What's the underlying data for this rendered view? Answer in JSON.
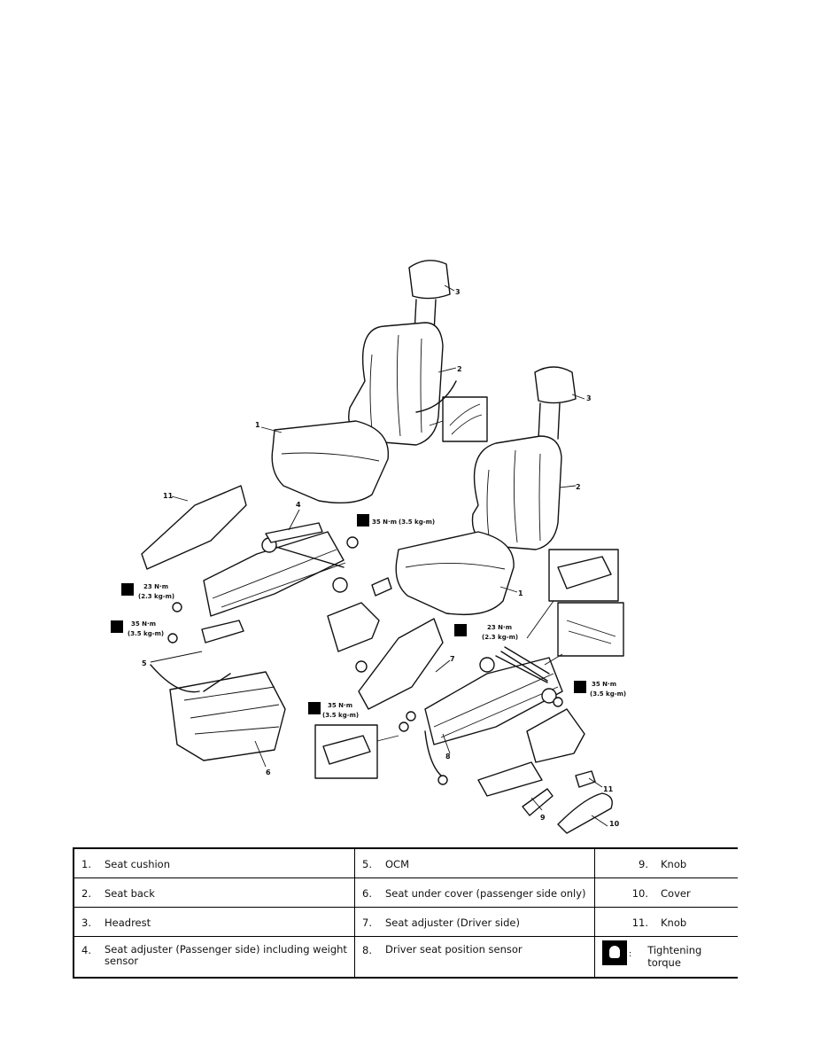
{
  "diagram": {
    "callouts": [
      "1",
      "2",
      "3",
      "4",
      "5",
      "6",
      "7",
      "8",
      "9",
      "10",
      "11"
    ],
    "torques": {
      "t1": {
        "nm": "35 N·m",
        "kg": "(3.5 kg-m)"
      },
      "t2": {
        "nm": "23 N·m",
        "kg": "(2.3 kg-m)"
      },
      "t3": {
        "nm": "35 N·m",
        "kg": "(3.5 kg-m)"
      },
      "t4": {
        "nm": "23 N·m",
        "kg": "(2.3 kg-m)"
      },
      "t5": {
        "nm": "35 N·m",
        "kg": "(3.5 kg-m)"
      },
      "t6": {
        "nm": "35 N·m",
        "kg": "(3.5 kg-m)"
      }
    }
  },
  "legend": {
    "rows": [
      {
        "n1": "1.",
        "t1": "Seat cushion",
        "n2": "5.",
        "t2": "OCM",
        "n3": "9.",
        "t3": "Knob"
      },
      {
        "n1": "2.",
        "t1": "Seat back",
        "n2": "6.",
        "t2": "Seat under cover (passenger side only)",
        "n3": "10.",
        "t3": "Cover"
      },
      {
        "n1": "3.",
        "t1": "Headrest",
        "n2": "7.",
        "t2": "Seat adjuster (Driver side)",
        "n3": "11.",
        "t3": "Knob"
      },
      {
        "n1": "4.",
        "t1": "Seat adjuster (Passenger side) including weight sensor",
        "n2": "8.",
        "t2": "Driver seat position sensor",
        "n3": ":",
        "t3": "Tightening torque"
      }
    ],
    "torque_icon": "torque-wrench-icon"
  }
}
